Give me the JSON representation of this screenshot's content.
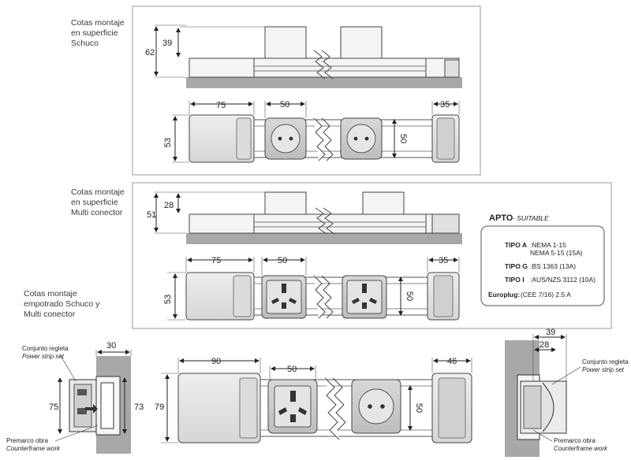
{
  "captions": {
    "schuco": [
      "Cotas montaje",
      "en superficie",
      "Schuco"
    ],
    "multi": [
      "Cotas montaje",
      "en superficie",
      "Multi conector"
    ],
    "empotrado": [
      "Cotas montaje",
      "empotrado Schuco y",
      "Multi conector"
    ]
  },
  "dims": {
    "d39": "39",
    "d62": "62",
    "d75a": "75",
    "d50a": "50",
    "d35a": "35",
    "d53a": "53",
    "d50va": "50",
    "d28": "28",
    "d51": "51",
    "d75b": "75",
    "d50b": "50",
    "d35b": "35",
    "d53b": "53",
    "d50vb": "50",
    "d30": "30",
    "d75c": "75",
    "d73": "73",
    "d90": "90",
    "d50c": "50",
    "d46": "46",
    "d79": "79",
    "d50vc": "50",
    "d39r": "39",
    "d28r": "28"
  },
  "apto": {
    "title": "APTO",
    "title_suffix": " - SUITABLE",
    "rows": [
      {
        "key": "TIPO A",
        "val": ":NEMA 1-15",
        "val2": "NEMA 5-15 (15A)"
      },
      {
        "key": "TIPO G",
        "val": ":BS 1363 (13A)"
      },
      {
        "key": "TIPO I",
        "val": ":AUS/NZS 3112 (10A)"
      },
      {
        "key": "Europlug:",
        "val": "(CEE 7/16)  2.5 A"
      }
    ]
  },
  "labels": {
    "conjunto": "Conjunto regleta",
    "power_strip": "Power strip set",
    "premarco": "Premarco obra",
    "counterframe": "Counterframe work"
  }
}
